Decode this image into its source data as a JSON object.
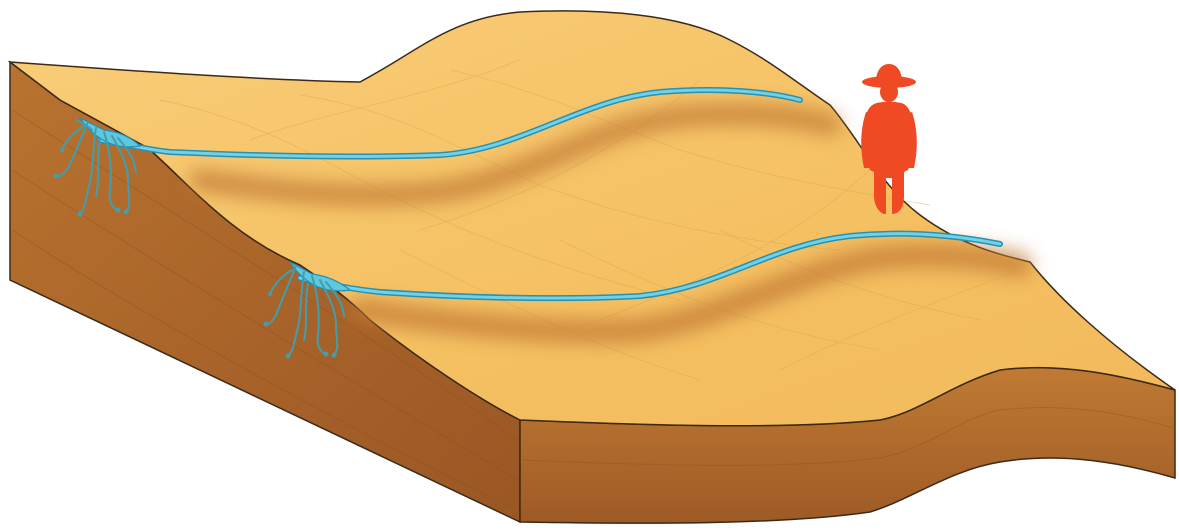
{
  "diagram": {
    "elements": [
      "terrain-block",
      "front-face",
      "left-face",
      "right-face",
      "water-channel-upper",
      "water-channel-lower",
      "dark-trough-upper",
      "dark-trough-lower",
      "roots-upper",
      "roots-lower",
      "person-figure"
    ],
    "colors": {
      "surface": "#f6c266",
      "surface_light": "#f9d07a",
      "trough": "#c8823a",
      "front_face": "#b9702f",
      "front_face_dark": "#9c5a24",
      "left_face": "#b06a2c",
      "right_face": "#a9652a",
      "water": "#5fc8df",
      "water_edge": "#2a8fb0",
      "roots": "#3f9fb0",
      "person": "#ef4a24",
      "outline": "#3b2a18"
    }
  }
}
